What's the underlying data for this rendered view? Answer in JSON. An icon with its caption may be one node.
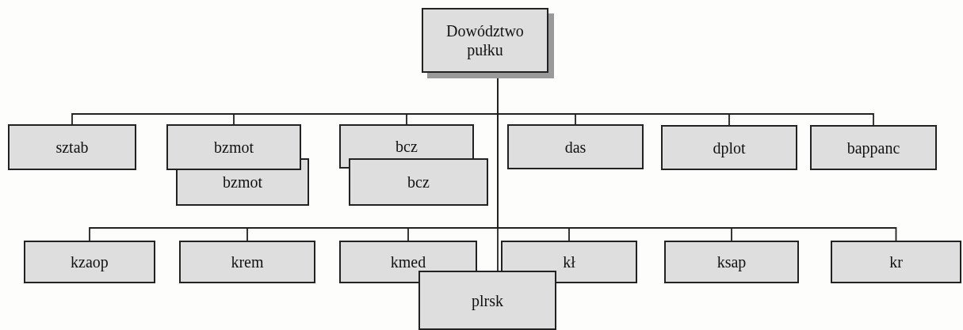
{
  "diagram": {
    "nodes": [
      {
        "text": [
          "Dowództwo pułku"
        ]
      },
      {
        "text": [
          "sztab"
        ]
      },
      {
        "text": [
          "bzmot"
        ]
      },
      {
        "text": [
          "bzmot"
        ]
      },
      {
        "text": [
          "bcz"
        ]
      },
      {
        "text": [
          "bcz"
        ]
      },
      {
        "text": [
          "das"
        ]
      },
      {
        "text": [
          "dplot"
        ]
      },
      {
        "text": [
          "bappanc"
        ]
      },
      {
        "text": [
          "kzaop"
        ]
      },
      {
        "text": [
          "krem"
        ]
      },
      {
        "text": [
          "kmed"
        ]
      },
      {
        "text": [
          "kł"
        ]
      },
      {
        "text": [
          "ksap"
        ]
      },
      {
        "text": [
          "kr"
        ]
      },
      {
        "text": [
          "plrsk"
        ]
      }
    ],
    "edges": [
      {
        "from": 0,
        "to": 1,
        "arrow": "none"
      },
      {
        "from": 0,
        "to": 2,
        "arrow": "none"
      },
      {
        "from": 0,
        "to": 4,
        "arrow": "none"
      },
      {
        "from": 0,
        "to": 6,
        "arrow": "none"
      },
      {
        "from": 0,
        "to": 7,
        "arrow": "none"
      },
      {
        "from": 0,
        "to": 8,
        "arrow": "none"
      },
      {
        "from": 0,
        "to": 9,
        "arrow": "none"
      },
      {
        "from": 0,
        "to": 10,
        "arrow": "none"
      },
      {
        "from": 0,
        "to": 11,
        "arrow": "none"
      },
      {
        "from": 0,
        "to": 12,
        "arrow": "none"
      },
      {
        "from": 0,
        "to": 13,
        "arrow": "none"
      },
      {
        "from": 0,
        "to": 14,
        "arrow": "none"
      },
      {
        "from": 0,
        "to": 15,
        "arrow": "none"
      }
    ]
  }
}
